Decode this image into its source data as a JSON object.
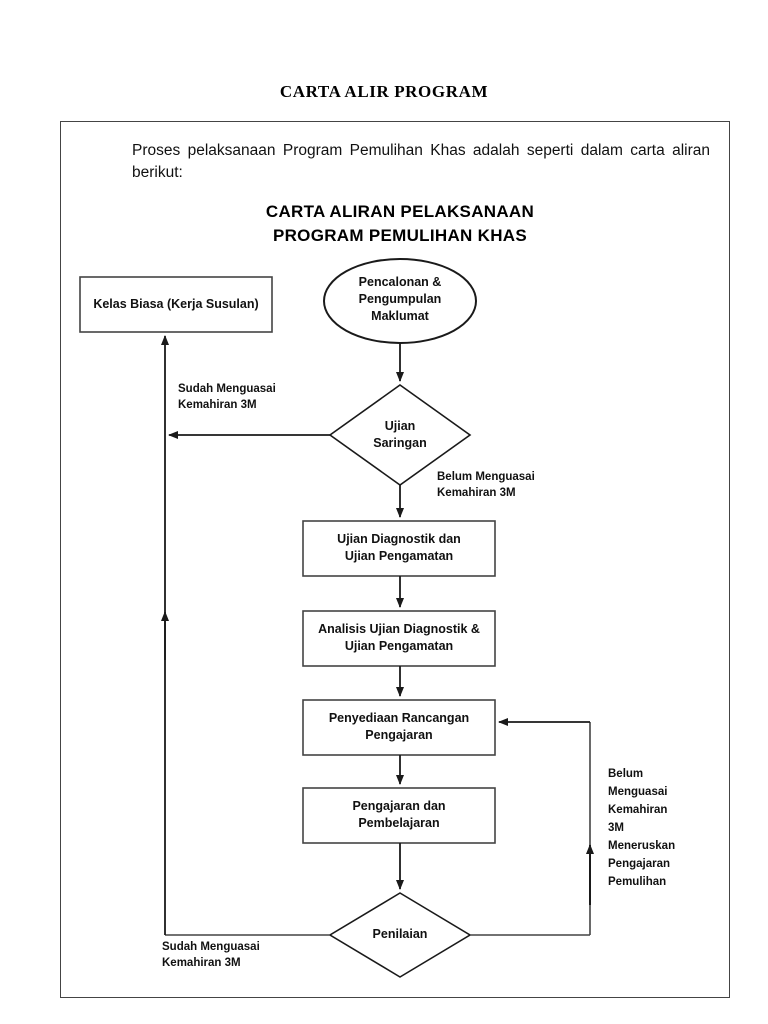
{
  "document": {
    "title": "CARTA ALIR PROGRAM",
    "intro": "Proses pelaksanaan Program Pemulihan Khas adalah seperti dalam carta aliran berikut:"
  },
  "chart_heading": {
    "line1": "CARTA ALIRAN  PELAKSANAAN",
    "line2": "PROGRAM PEMULIHAN KHAS"
  },
  "flowchart": {
    "nodes": {
      "start": {
        "shape": "ellipse",
        "line1": "Pencalonan &",
        "line2": "Pengumpulan",
        "line3": "Maklumat"
      },
      "kelas_biasa": {
        "shape": "rectangle",
        "line1": "Kelas Biasa (Kerja Susulan)"
      },
      "ujian_saringan": {
        "shape": "diamond",
        "line1": "Ujian",
        "line2": "Saringan"
      },
      "ujian_diagnostik": {
        "shape": "rectangle",
        "line1": "Ujian Diagnostik dan",
        "line2": "Ujian Pengamatan"
      },
      "analisis_ujian": {
        "shape": "rectangle",
        "line1": "Analisis Ujian Diagnostik &",
        "line2": "Ujian Pengamatan"
      },
      "penyediaan_rancangan": {
        "shape": "rectangle",
        "line1": "Penyediaan Rancangan",
        "line2": "Pengajaran"
      },
      "pengajaran_pembelajaran": {
        "shape": "rectangle",
        "line1": "Pengajaran dan",
        "line2": "Pembelajaran"
      },
      "penilaian": {
        "shape": "diamond",
        "line1": "Penilaian"
      }
    },
    "edge_labels": {
      "saringan_sudah": {
        "line1": "Sudah Menguasai",
        "line2": "Kemahiran 3M"
      },
      "saringan_belum": {
        "line1": "Belum Menguasai",
        "line2": "Kemahiran 3M"
      },
      "penilaian_belum": {
        "line1": "Belum",
        "line2": "Menguasai",
        "line3": "Kemahiran",
        "line4": "3M",
        "line5": "Meneruskan",
        "line6": "Pengajaran",
        "line7": "Pemulihan"
      },
      "penilaian_sudah": {
        "line1": "Sudah Menguasai",
        "line2": "Kemahiran 3M"
      }
    }
  },
  "colors": {
    "stroke": "#1a1a1a",
    "frame": "#444444",
    "text": "#111111",
    "background": "#ffffff"
  }
}
